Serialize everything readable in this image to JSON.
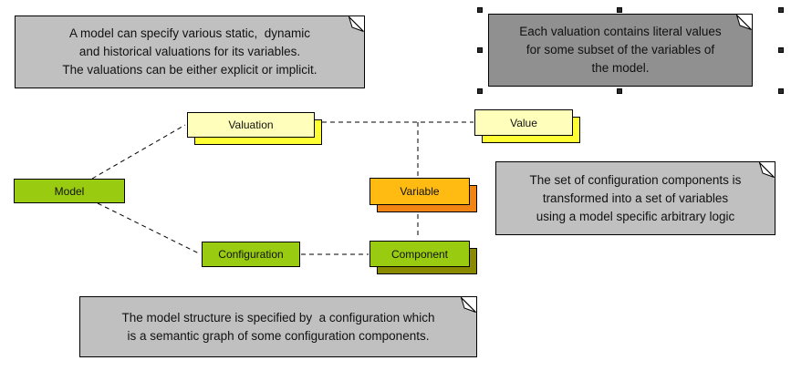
{
  "diagram": {
    "nodes": {
      "model": {
        "label": "Model"
      },
      "valuation": {
        "label": "Valuation"
      },
      "value": {
        "label": "Value"
      },
      "variable": {
        "label": "Variable"
      },
      "configuration": {
        "label": "Configuration"
      },
      "component": {
        "label": "Component"
      }
    },
    "notes": {
      "valuations": {
        "lines": [
          "A model can specify various static,  dynamic",
          "and historical valuations for its variables.",
          "The valuations can be either explicit or implicit."
        ]
      },
      "literal_values": {
        "selected": true,
        "lines": [
          "Each valuation contains literal values",
          "for some subset of the variables of",
          "the model."
        ]
      },
      "transformation": {
        "lines": [
          "The set of configuration components is",
          "transformed into a set of variables",
          "using a model specific arbitrary logic"
        ]
      },
      "structure": {
        "lines": [
          "The model structure is specified by  a configuration which",
          "is a semantic graph of some configuration components."
        ]
      }
    },
    "colors": {
      "node_green": "#99cc11",
      "node_pale_yellow": "#ffffbb",
      "stack_shadow_yellow": "#ffff33",
      "node_amber": "#ffbb11",
      "stack_shadow_orange": "#f28411",
      "stack_shadow_olive": "#8a8a00",
      "note_gray": "#c0c0c0",
      "note_selected_gray": "#909090",
      "selection_handle": "#2b2b2b",
      "connector": "#000000",
      "background": "#ffffff"
    }
  }
}
